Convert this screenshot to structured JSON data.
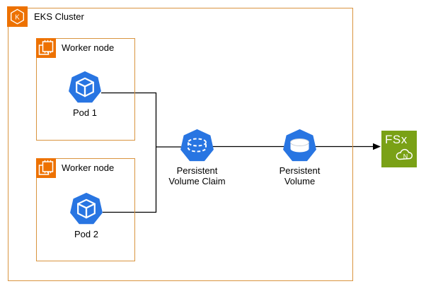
{
  "diagram": {
    "cluster": {
      "label": "EKS Cluster",
      "icon": "eks-kubernetes-hexagon-icon",
      "icon_letter": "K"
    },
    "worker_nodes": [
      {
        "label": "Worker node",
        "icon": "cpu-chip-icon",
        "pod_label": "Pod 1",
        "pod_icon": "kubernetes-pod-icon"
      },
      {
        "label": "Worker node",
        "icon": "cpu-chip-icon",
        "pod_label": "Pod 2",
        "pod_icon": "kubernetes-pod-icon"
      }
    ],
    "pvc": {
      "label": "Persistent\nVolume Claim",
      "icon": "persistent-volume-claim-icon"
    },
    "pv": {
      "label": "Persistent\nVolume",
      "icon": "persistent-volume-icon"
    },
    "fsx": {
      "label": "FSx",
      "cloud_letter": "N",
      "icon": "fsx-netapp-ontap-icon"
    },
    "connections": [
      "Pod 1 - Persistent Volume Claim",
      "Pod 2 - Persistent Volume Claim",
      "Persistent Volume Claim - Persistent Volume",
      "Persistent Volume - FSx (arrow)"
    ],
    "colors": {
      "aws_orange": "#ED7100",
      "group_border_orange": "#D9943F",
      "kubernetes_blue": "#2875E2",
      "fsx_green": "#7AA116",
      "connector": "#000000"
    }
  }
}
